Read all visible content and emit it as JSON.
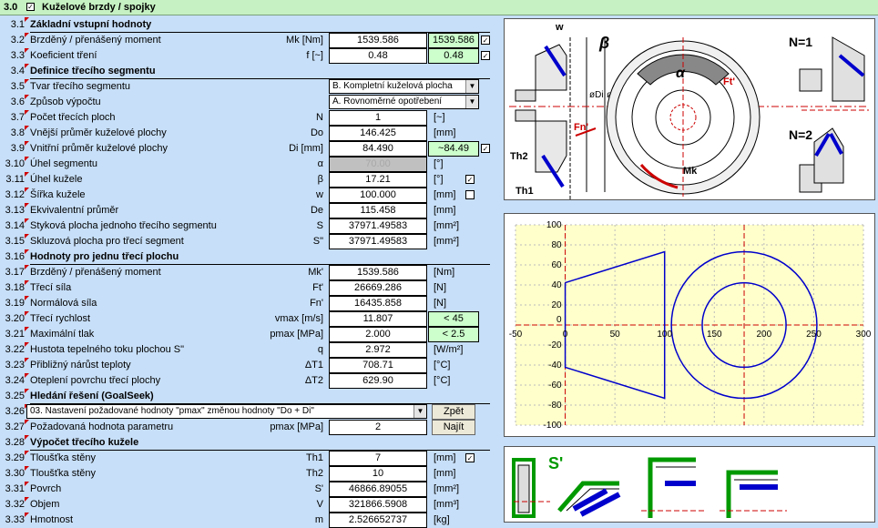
{
  "section": {
    "num": "3.0",
    "title": "Kuželové brzdy / spojky"
  },
  "rows": {
    "r31": {
      "n": "3.1",
      "label": "Základní vstupní hodnoty"
    },
    "r32": {
      "n": "3.2",
      "label": "Brzděný / přenášený moment",
      "sym": "Mk [Nm]",
      "val": "1539.586",
      "val2": "1539.586"
    },
    "r33": {
      "n": "3.3",
      "label": "Koeficient tření",
      "sym": "f [~]",
      "val": "0.48",
      "val2": "0.48"
    },
    "r34": {
      "n": "3.4",
      "label": "Definice třecího segmentu"
    },
    "r35": {
      "n": "3.5",
      "label": "Tvar třecího segmentu",
      "dd": "B. Kompletní kuželová plocha"
    },
    "r36": {
      "n": "3.6",
      "label": "Způsob výpočtu",
      "dd": "A. Rovnoměrné opotřebení"
    },
    "r37": {
      "n": "3.7",
      "label": "Počet třecích ploch",
      "sym": "N",
      "val": "1",
      "unit": "[~]"
    },
    "r38": {
      "n": "3.8",
      "label": "Vnější průměr kuželové plochy",
      "sym": "Do",
      "val": "146.425",
      "unit": "[mm]"
    },
    "r39": {
      "n": "3.9",
      "label": "Vnitřní průměr kuželové plochy",
      "sym": "Di [mm]",
      "val": "84.490",
      "val2": "~84.49"
    },
    "r310": {
      "n": "3.10",
      "label": "Úhel segmentu",
      "sym": "α",
      "val": "70.00",
      "unit": "[°]"
    },
    "r311": {
      "n": "3.11",
      "label": "Úhel kužele",
      "sym": "β",
      "val": "17.21",
      "unit": "[°]"
    },
    "r312": {
      "n": "3.12",
      "label": "Šířka kužele",
      "sym": "w",
      "val": "100.000",
      "unit": "[mm]"
    },
    "r313": {
      "n": "3.13",
      "label": "Ekvivalentní průměr",
      "sym": "De",
      "val": "115.458",
      "unit": "[mm]"
    },
    "r314": {
      "n": "3.14",
      "label": "Styková plocha jednoho třecího segmentu",
      "sym": "S",
      "val": "37971.49583",
      "unit": "[mm²]"
    },
    "r315": {
      "n": "3.15",
      "label": "Skluzová plocha pro třecí segment",
      "sym": "S\"",
      "val": "37971.49583",
      "unit": "[mm²]"
    },
    "r316": {
      "n": "3.16",
      "label": "Hodnoty pro jednu třecí plochu"
    },
    "r317": {
      "n": "3.17",
      "label": "Brzděný / přenášený moment",
      "sym": "Mk'",
      "val": "1539.586",
      "unit": "[Nm]"
    },
    "r318": {
      "n": "3.18",
      "label": "Třecí síla",
      "sym": "Ft'",
      "val": "26669.286",
      "unit": "[N]"
    },
    "r319": {
      "n": "3.19",
      "label": "Normálová síla",
      "sym": "Fn'",
      "val": "16435.858",
      "unit": "[N]"
    },
    "r320": {
      "n": "3.20",
      "label": "Třecí rychlost",
      "sym": "vmax [m/s]",
      "val": "11.807",
      "val2": "< 45"
    },
    "r321": {
      "n": "3.21",
      "label": "Maximální tlak",
      "sym": "pmax [MPa]",
      "val": "2.000",
      "val2": "< 2.5"
    },
    "r322": {
      "n": "3.22",
      "label": "Hustota tepelného toku plochou S\"",
      "sym": "q",
      "val": "2.972",
      "unit": "[W/m²]"
    },
    "r323": {
      "n": "3.23",
      "label": "Přibližný nárůst teploty",
      "sym": "ΔT1",
      "val": "708.71",
      "unit": "[°C]"
    },
    "r324": {
      "n": "3.24",
      "label": "Oteplení povrchu třecí plochy",
      "sym": "ΔT2",
      "val": "629.90",
      "unit": "[°C]"
    },
    "r325": {
      "n": "3.25",
      "label": "Hledání řešení (GoalSeek)"
    },
    "r326": {
      "n": "3.26",
      "dd": "03. Nastavení požadované hodnoty \"pmax\" změnou hodnoty \"Do + Di\"",
      "btn": "Zpět"
    },
    "r327": {
      "n": "3.27",
      "label": "Požadovaná hodnota parametru",
      "sym": "pmax [MPa]",
      "val": "2",
      "btn": "Najít"
    },
    "r328": {
      "n": "3.28",
      "label": "Výpočet třecího kužele"
    },
    "r329": {
      "n": "3.29",
      "label": "Tloušťka stěny",
      "sym": "Th1",
      "val": "7",
      "unit": "[mm]"
    },
    "r330": {
      "n": "3.30",
      "label": "Tloušťka stěny",
      "sym": "Th2",
      "val": "10",
      "unit": "[mm]"
    },
    "r331": {
      "n": "3.31",
      "label": "Povrch",
      "sym": "S'",
      "val": "46866.89055",
      "unit": "[mm²]"
    },
    "r332": {
      "n": "3.32",
      "label": "Objem",
      "sym": "V",
      "val": "321866.5908",
      "unit": "[mm³]"
    },
    "r333": {
      "n": "3.33",
      "label": "Hmotnost",
      "sym": "m",
      "val": "2.526652737",
      "unit": "[kg]"
    }
  },
  "diagram": {
    "w": "w",
    "beta": "β",
    "alpha": "α",
    "ft": "Ft'",
    "fn": "Fn'",
    "di": "øDi",
    "do": "øDo",
    "th2": "Th2",
    "th1": "Th1",
    "mk": "Mk",
    "n1": "N=1",
    "n2": "N=2"
  },
  "diagram2": {
    "s": "S'"
  },
  "chart_data": {
    "type": "line",
    "xlim": [
      -50,
      300
    ],
    "ylim": [
      -100,
      100
    ],
    "x_ticks": [
      "-50",
      "0",
      "50",
      "100",
      "150",
      "200",
      "250",
      "300"
    ],
    "y_ticks": [
      "100",
      "80",
      "60",
      "40",
      "20",
      "0",
      "-20",
      "-40",
      "-60",
      "-80",
      "-100"
    ],
    "grid": "dashed",
    "series": [
      {
        "kind": "trapezoid",
        "points": [
          [
            0,
            42.2
          ],
          [
            100,
            73.2
          ],
          [
            100,
            -73.2
          ],
          [
            0,
            -42.2
          ],
          [
            0,
            42.2
          ]
        ]
      },
      {
        "kind": "circle",
        "center": [
          180,
          0
        ],
        "radius": 73.2
      },
      {
        "kind": "circle",
        "center": [
          180,
          0
        ],
        "radius": 42.2
      }
    ],
    "colors": {
      "series": "#0000cc",
      "axes": "#cc0000",
      "plot_bg": "#ffffcc"
    }
  }
}
